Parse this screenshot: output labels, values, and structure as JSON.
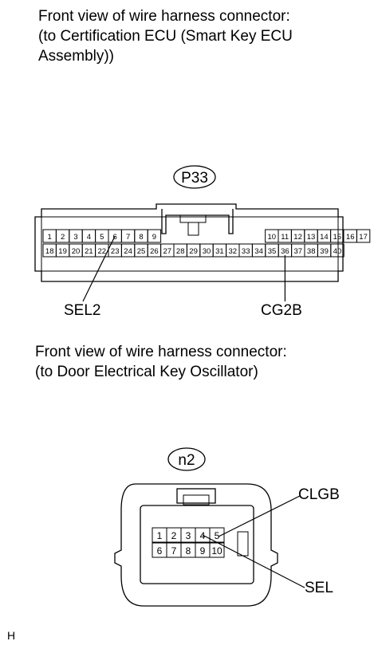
{
  "connectors": [
    {
      "caption": "Front view of wire harness connector:\n(to Certification ECU (Smart Key ECU\nAssembly))",
      "id": "P33",
      "top_row": [
        "1",
        "2",
        "3",
        "4",
        "5",
        "6",
        "7",
        "8",
        "9",
        "10",
        "11",
        "12",
        "13",
        "14",
        "15",
        "16",
        "17"
      ],
      "bottom_row": [
        "18",
        "19",
        "20",
        "21",
        "22",
        "23",
        "24",
        "25",
        "26",
        "27",
        "28",
        "29",
        "30",
        "31",
        "32",
        "33",
        "34",
        "35",
        "36",
        "37",
        "38",
        "39",
        "40"
      ],
      "labels": [
        {
          "text": "SEL2",
          "pin": "6"
        },
        {
          "text": "CG2B",
          "pin": "36"
        }
      ]
    },
    {
      "caption": "Front view of wire harness connector:\n(to Door Electrical Key Oscillator)",
      "id": "n2",
      "top_row": [
        "1",
        "2",
        "3",
        "4",
        "5"
      ],
      "bottom_row": [
        "6",
        "7",
        "8",
        "9",
        "10"
      ],
      "labels": [
        {
          "text": "CLGB",
          "pin": "5"
        },
        {
          "text": "SEL",
          "pin": "4"
        }
      ]
    }
  ],
  "footer": "H"
}
